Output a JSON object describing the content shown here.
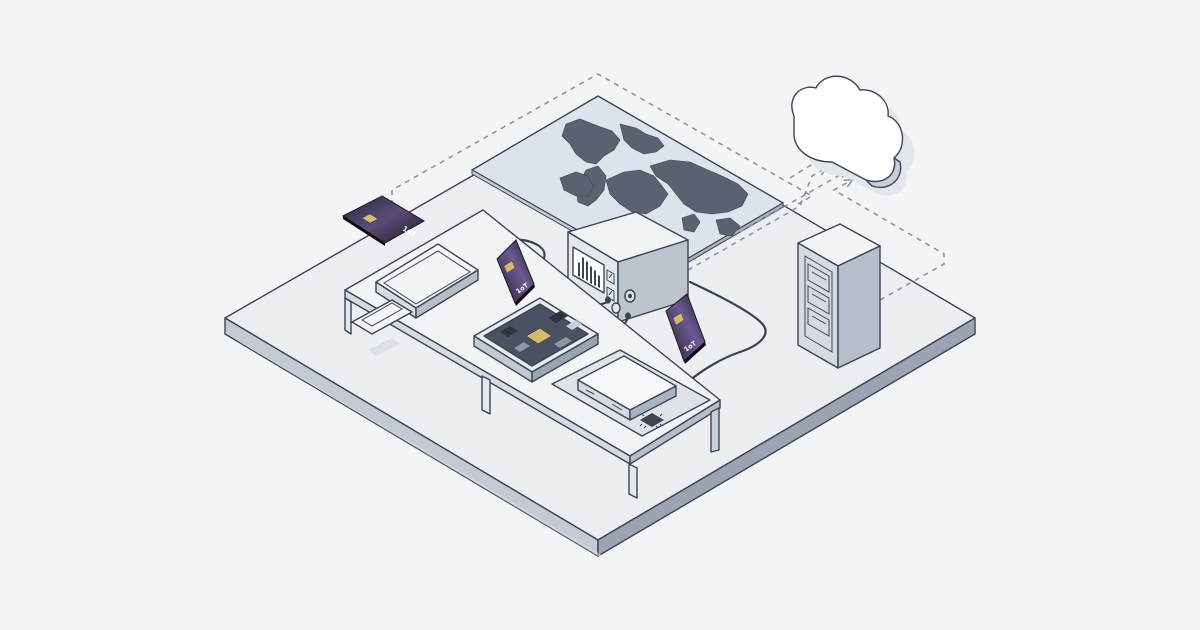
{
  "diagram": {
    "components": [
      {
        "id": "platform",
        "icon": "isometric-platform"
      },
      {
        "id": "world-map",
        "icon": "world-map"
      },
      {
        "id": "cloud",
        "icon": "cloud"
      },
      {
        "id": "server-rack",
        "icon": "server-rack"
      },
      {
        "id": "test-instrument",
        "icon": "signal-analyzer"
      },
      {
        "id": "workbench",
        "icon": "workbench"
      },
      {
        "id": "sim-tray-enclosure",
        "icon": "sim-tray"
      },
      {
        "id": "circuit-board",
        "icon": "pcb"
      },
      {
        "id": "modem-box",
        "icon": "modem"
      },
      {
        "id": "chip",
        "icon": "microchip"
      },
      {
        "id": "sim-card-left",
        "icon": "sim-card"
      },
      {
        "id": "sim-card-middle",
        "icon": "sim-card"
      },
      {
        "id": "sim-card-right",
        "icon": "sim-card"
      }
    ],
    "sim_logo_text": "1oT",
    "colors": {
      "background": "#f3f4f6",
      "platform_top": "#eceef1",
      "platform_side": "#9aa4b3",
      "outline": "#3c4453",
      "dashed_link": "#8e95a1",
      "sim_card": "#1d1b26",
      "sim_accent": "#7a6a9e",
      "sim_chip": "#d8b86a"
    }
  }
}
